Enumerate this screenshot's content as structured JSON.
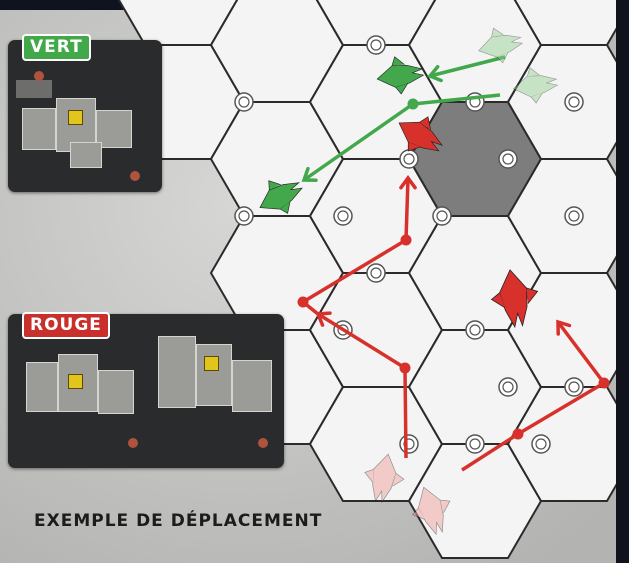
{
  "labels": {
    "green_player": "VERT",
    "red_player": "ROUGE",
    "caption": "EXEMPLE DE DÉPLACEMENT"
  },
  "colors": {
    "green": "#43a84b",
    "red": "#d8312c",
    "hex_fill": "#f4f4f4",
    "blocked_hex": "#7d7d7d"
  }
}
